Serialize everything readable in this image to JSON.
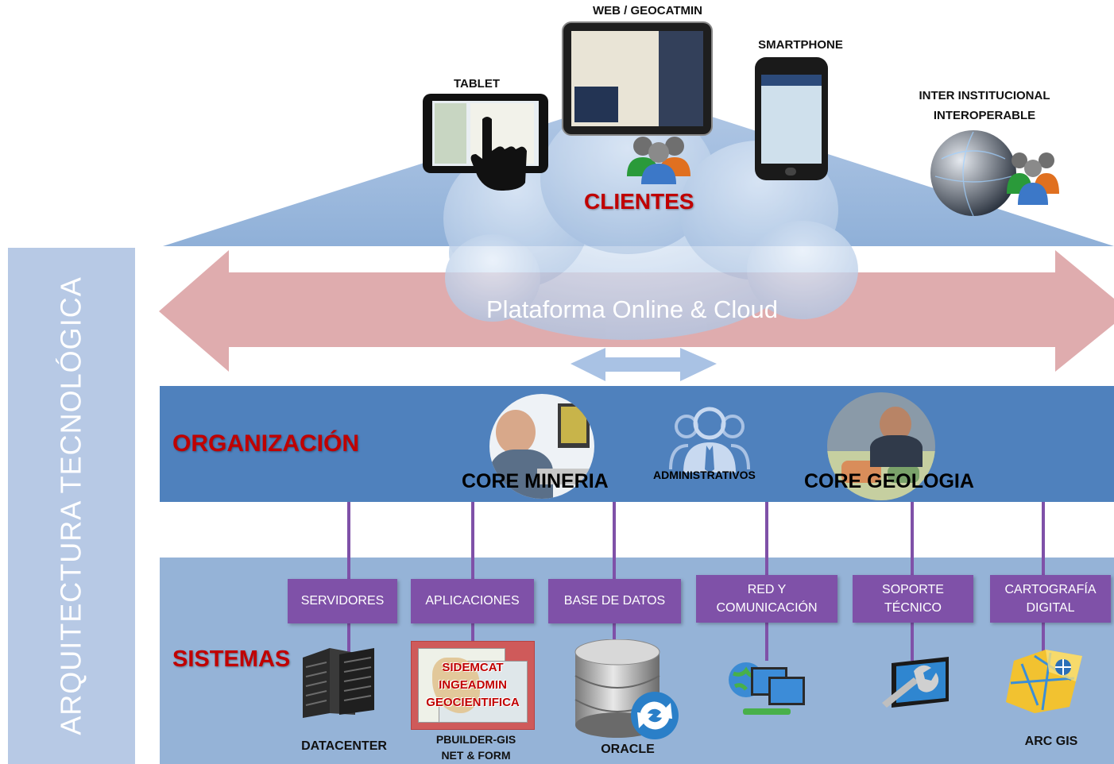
{
  "side_title": "ARQUITECTURA TECNOLÓGICA",
  "clients": {
    "title": "CLIENTES",
    "tablet": "TABLET",
    "web": "WEB / GEOCATMIN",
    "smartphone": "SMARTPHONE",
    "inter_1": "INTER INSTITUCIONAL",
    "inter_2": "INTEROPERABLE"
  },
  "platform": "Plataforma Online & Cloud",
  "organization": {
    "title": "ORGANIZACIÓN",
    "core_mineria": "CORE MINERIA",
    "administrativos": "ADMINISTRATIVOS",
    "core_geologia": "CORE GEOLOGIA"
  },
  "systems": {
    "title": "SISTEMAS",
    "boxes": [
      {
        "line1": "SERVIDORES",
        "line2": ""
      },
      {
        "line1": "APLICACIONES",
        "line2": ""
      },
      {
        "line1": "BASE DE DATOS",
        "line2": ""
      },
      {
        "line1": "RED Y",
        "line2": "COMUNICACIÓN"
      },
      {
        "line1": "SOPORTE",
        "line2": "TÉCNICO"
      },
      {
        "line1": "CARTOGRAFÍA",
        "line2": "DIGITAL"
      }
    ],
    "datacenter": "DATACENTER",
    "apps": [
      "SIDEMCAT",
      "INGEADMIN",
      "GEOCIENTIFICA"
    ],
    "pbuilder_1": "PBUILDER-GIS",
    "pbuilder_2": "NET & FORM",
    "oracle": "ORACLE",
    "arcgis": "ARC GIS"
  },
  "colors": {
    "roof": "#9db9dc",
    "arrow": "#dba3a5",
    "org": "#4f81bd",
    "systems": "#95b3d7",
    "box": "#7f51a8",
    "accent_red": "#c00000"
  }
}
